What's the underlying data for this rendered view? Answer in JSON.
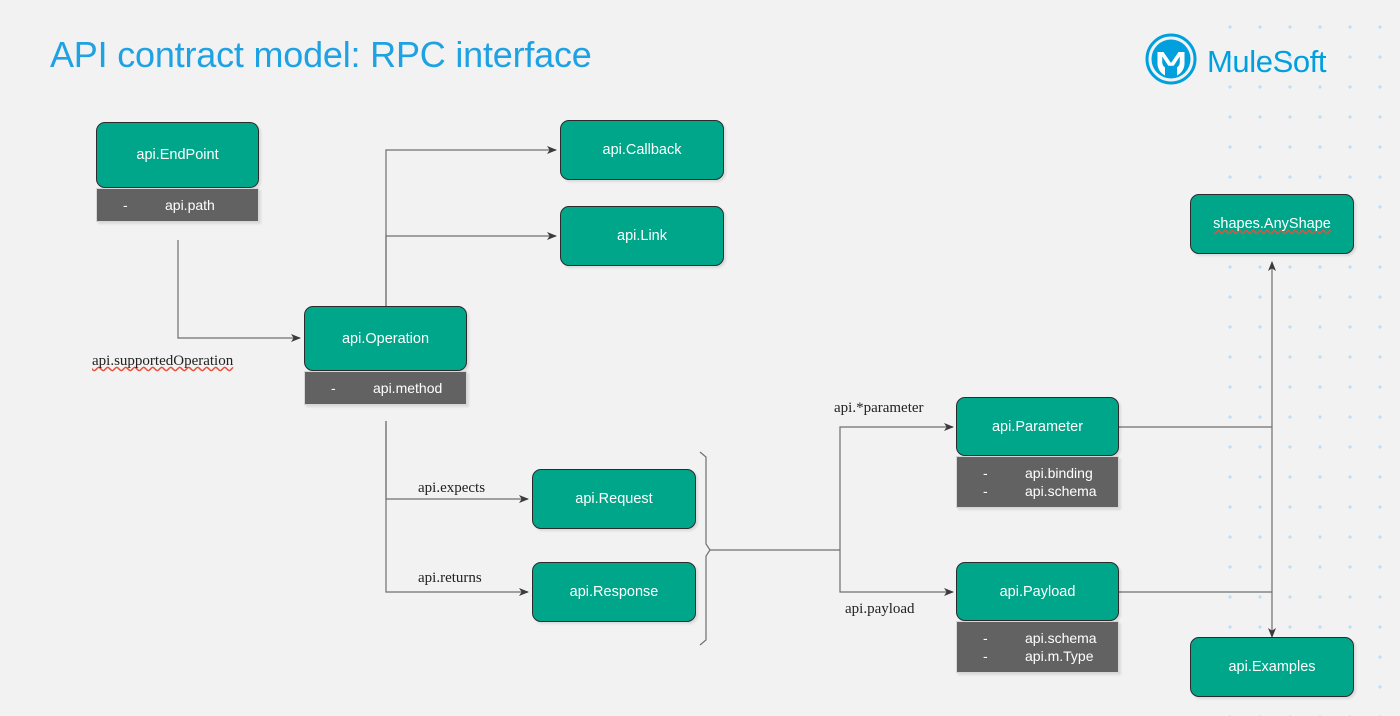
{
  "page": {
    "title": "API contract model: RPC interface",
    "title_color": "#1ea2e3",
    "background_color": "#f2f2f2",
    "node_header_color": "#00a68a",
    "node_body_color": "#626262",
    "dot_grid_color": "#bfdff5"
  },
  "brand": {
    "name": "MuleSoft",
    "logo_icon": "mulesoft-logo-icon",
    "color": "#00a0df"
  },
  "nodes": [
    {
      "id": "endpoint",
      "title": "api.EndPoint",
      "attrs": [
        "api.path"
      ]
    },
    {
      "id": "operation",
      "title": "api.Operation",
      "attrs": [
        "api.method"
      ]
    },
    {
      "id": "callback",
      "title": "api.Callback",
      "attrs": []
    },
    {
      "id": "link",
      "title": "api.Link",
      "attrs": []
    },
    {
      "id": "request",
      "title": "api.Request",
      "attrs": []
    },
    {
      "id": "response",
      "title": "api.Response",
      "attrs": []
    },
    {
      "id": "parameter",
      "title": "api.Parameter",
      "attrs": [
        "api.binding",
        "api.schema"
      ]
    },
    {
      "id": "payload",
      "title": "api.Payload",
      "attrs": [
        "api.schema",
        "api.m.Type"
      ]
    },
    {
      "id": "anyshape",
      "title": "shapes.AnyShape",
      "attrs": [],
      "misspelled": true
    },
    {
      "id": "examples",
      "title": "api.Examples",
      "attrs": []
    }
  ],
  "edge_labels": [
    {
      "id": "supported-operation",
      "text": "api.supportedOperation",
      "misspelled": true
    },
    {
      "id": "expects",
      "text": "api.expects",
      "misspelled": false
    },
    {
      "id": "returns",
      "text": "api.returns",
      "misspelled": false
    },
    {
      "id": "parameter",
      "text": "api.*parameter",
      "misspelled": false
    },
    {
      "id": "payload",
      "text": "api.payload",
      "misspelled": false
    }
  ],
  "attr_bullet": "-"
}
